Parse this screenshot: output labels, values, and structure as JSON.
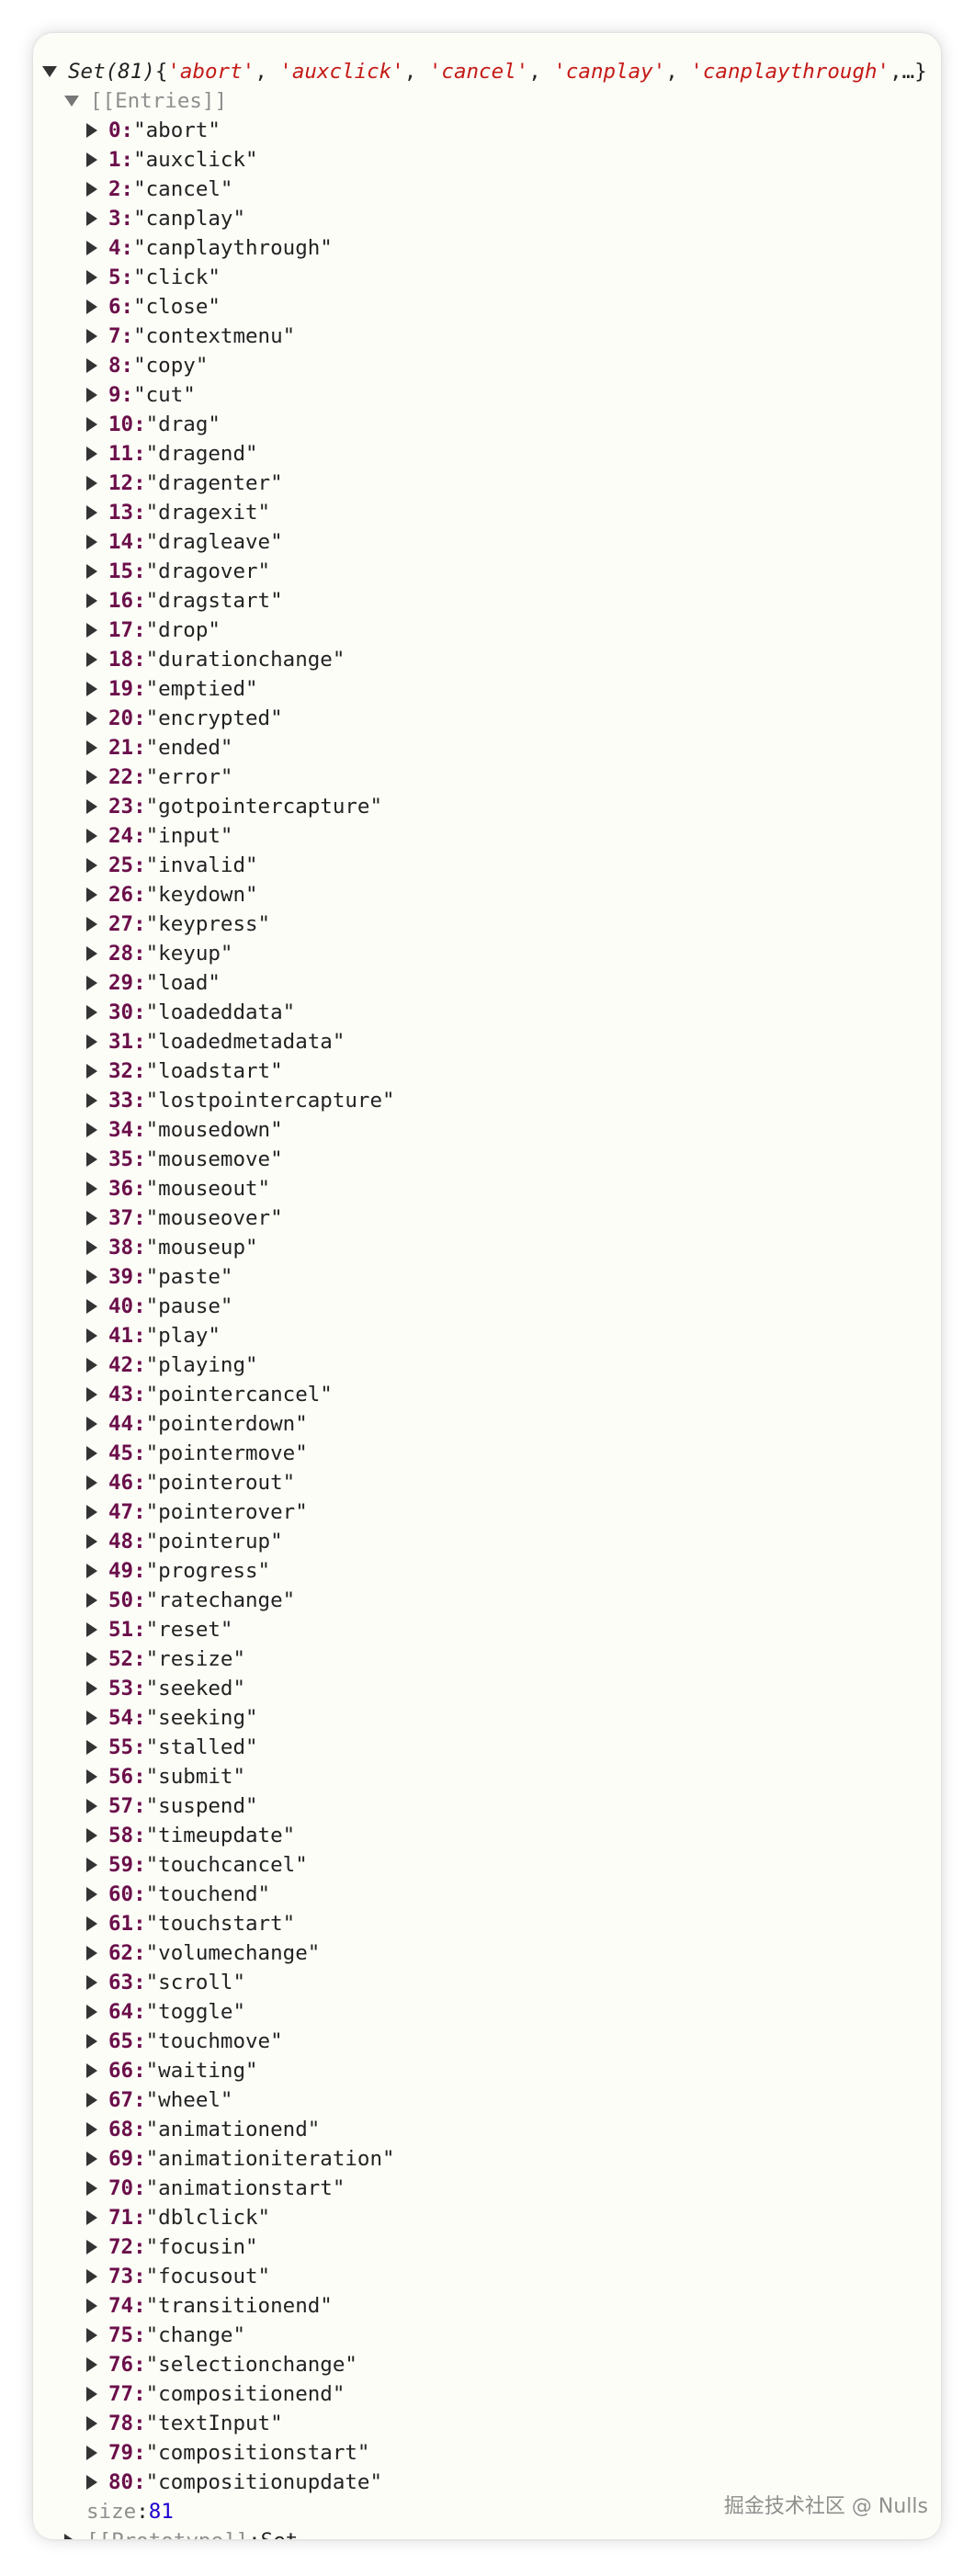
{
  "header": {
    "type_label": "Set(81)",
    "open_brace": " {",
    "preview_items": [
      "'abort'",
      "'auxclick'",
      "'cancel'",
      "'canplay'",
      "'canplaythrough'"
    ],
    "ellipsis": "…",
    "close_brace": "}"
  },
  "entries_label": "[[Entries]]",
  "entries": [
    "abort",
    "auxclick",
    "cancel",
    "canplay",
    "canplaythrough",
    "click",
    "close",
    "contextmenu",
    "copy",
    "cut",
    "drag",
    "dragend",
    "dragenter",
    "dragexit",
    "dragleave",
    "dragover",
    "dragstart",
    "drop",
    "durationchange",
    "emptied",
    "encrypted",
    "ended",
    "error",
    "gotpointercapture",
    "input",
    "invalid",
    "keydown",
    "keypress",
    "keyup",
    "load",
    "loadeddata",
    "loadedmetadata",
    "loadstart",
    "lostpointercapture",
    "mousedown",
    "mousemove",
    "mouseout",
    "mouseover",
    "mouseup",
    "paste",
    "pause",
    "play",
    "playing",
    "pointercancel",
    "pointerdown",
    "pointermove",
    "pointerout",
    "pointerover",
    "pointerup",
    "progress",
    "ratechange",
    "reset",
    "resize",
    "seeked",
    "seeking",
    "stalled",
    "submit",
    "suspend",
    "timeupdate",
    "touchcancel",
    "touchend",
    "touchstart",
    "volumechange",
    "scroll",
    "toggle",
    "touchmove",
    "waiting",
    "wheel",
    "animationend",
    "animationiteration",
    "animationstart",
    "dblclick",
    "focusin",
    "focusout",
    "transitionend",
    "change",
    "selectionchange",
    "compositionend",
    "textInput",
    "compositionstart",
    "compositionupdate"
  ],
  "size": {
    "label": "size",
    "value": "81"
  },
  "prototype": {
    "label": "[[Prototype]]",
    "value": "Set"
  },
  "watermark": "掘金技术社区 @ Nulls"
}
